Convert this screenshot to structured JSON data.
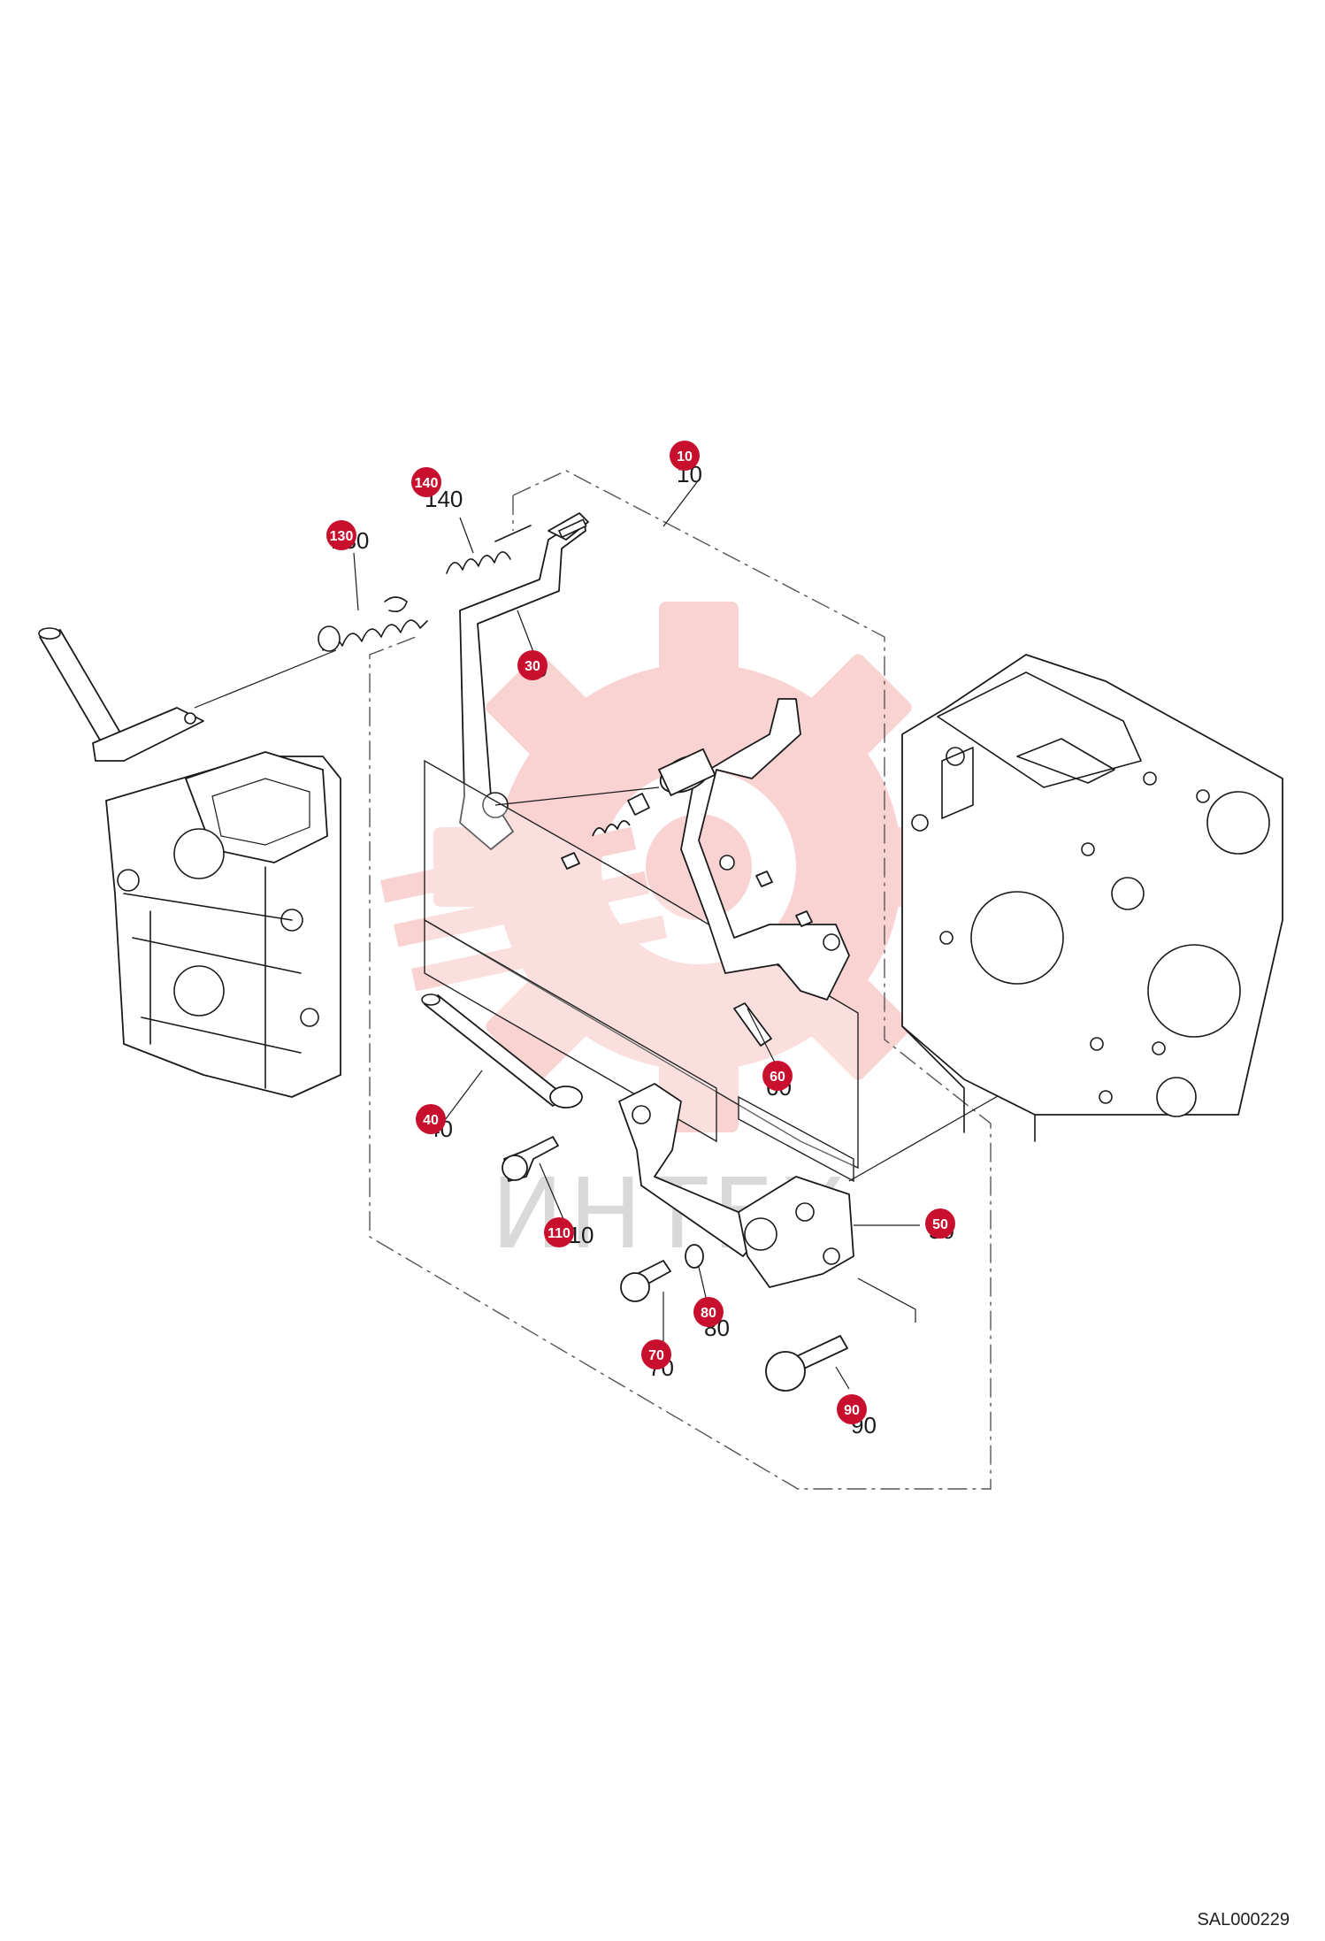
{
  "document_code": "SAL000229",
  "watermark": {
    "text": "ИНТЕХ",
    "color": "#f0a0a0"
  },
  "marker_color": "#c8102e",
  "callouts": [
    {
      "id": "10",
      "marker": "10",
      "label": "10"
    },
    {
      "id": "140",
      "marker": "140",
      "label": "140"
    },
    {
      "id": "130",
      "marker": "130",
      "label": "130"
    },
    {
      "id": "30",
      "marker": "30",
      "label": "30"
    },
    {
      "id": "60",
      "marker": "60",
      "label": "60"
    },
    {
      "id": "40",
      "marker": "40",
      "label": "40"
    },
    {
      "id": "110",
      "marker": "110",
      "label": "110"
    },
    {
      "id": "50",
      "marker": "50",
      "label": "50"
    },
    {
      "id": "80",
      "marker": "80",
      "label": "80"
    },
    {
      "id": "70",
      "marker": "70",
      "label": "70"
    },
    {
      "id": "90",
      "marker": "90",
      "label": "90"
    }
  ]
}
